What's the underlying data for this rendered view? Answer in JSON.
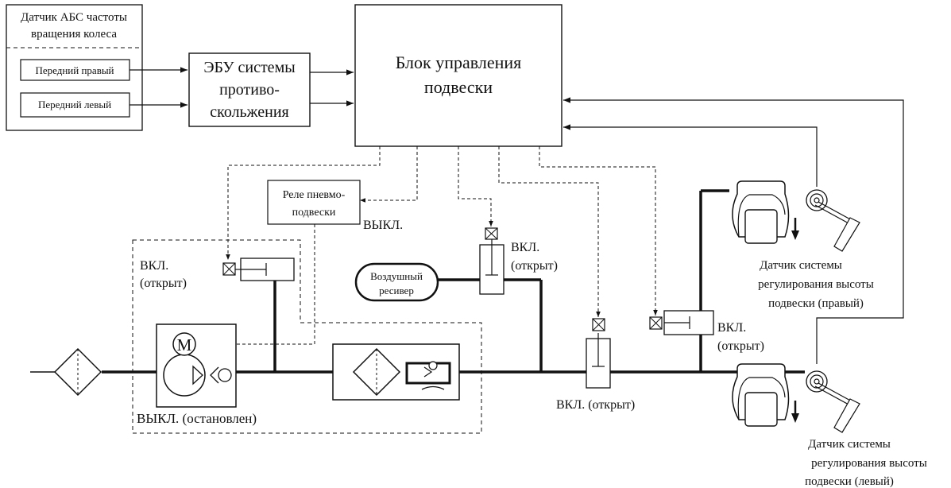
{
  "abs_sensor": {
    "title_line1": "Датчик АБС частоты",
    "title_line2": "вращения колеса",
    "front_right": "Передний правый",
    "front_left": "Передний левый"
  },
  "ecu_antislip": {
    "line1": "ЭБУ системы",
    "line2": "противо-",
    "line3": "скольжения"
  },
  "control_unit": {
    "line1": "Блок управления",
    "line2": "подвески"
  },
  "relay": {
    "line1": "Реле пневмо-",
    "line2": "подвески",
    "state": "ВЫКЛ."
  },
  "receiver": {
    "line1": "Воздушный",
    "line2": "ресивер"
  },
  "compressor_valve": {
    "state_line1": "ВКЛ.",
    "state_line2": "(открыт)"
  },
  "compressor": {
    "motor_label": "M",
    "state": "ВЫКЛ. (остановлен)"
  },
  "receiver_valve": {
    "state_line1": "ВКЛ.",
    "state_line2": "(открыт)"
  },
  "main_valve": {
    "state": "ВКЛ. (открыт)"
  },
  "right_valve": {
    "state_line1": "ВКЛ.",
    "state_line2": "(открыт)"
  },
  "height_sensor_right": {
    "line1": "Датчик системы",
    "line2": "регулирования высоты",
    "line3": "подвески (правый)"
  },
  "height_sensor_left": {
    "line1": "Датчик системы",
    "line2": "регулирования высоты",
    "line3": "подвески (левый)"
  }
}
